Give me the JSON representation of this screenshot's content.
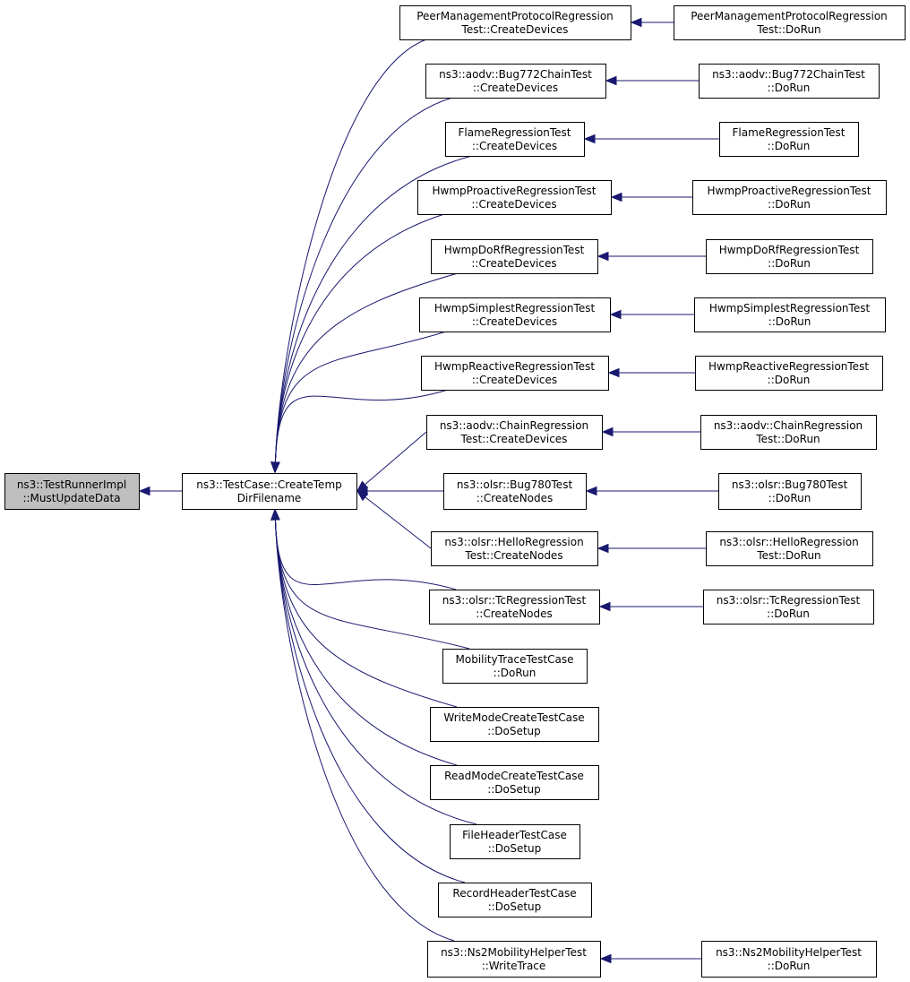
{
  "nodes": [
    {
      "id": "n0",
      "lines": [
        "ns3::TestRunnerImpl",
        "::MustUpdateData"
      ],
      "highlight": true
    },
    {
      "id": "n1",
      "lines": [
        "ns3::TestCase::CreateTemp",
        "DirFilename"
      ]
    },
    {
      "id": "c0",
      "lines": [
        "PeerManagementProtocolRegression",
        "Test::CreateDevices"
      ]
    },
    {
      "id": "c1",
      "lines": [
        "ns3::aodv::Bug772ChainTest",
        "::CreateDevices"
      ]
    },
    {
      "id": "c2",
      "lines": [
        "FlameRegressionTest",
        "::CreateDevices"
      ]
    },
    {
      "id": "c3",
      "lines": [
        "HwmpProactiveRegressionTest",
        "::CreateDevices"
      ]
    },
    {
      "id": "c4",
      "lines": [
        "HwmpDoRfRegressionTest",
        "::CreateDevices"
      ]
    },
    {
      "id": "c5",
      "lines": [
        "HwmpSimplestRegressionTest",
        "::CreateDevices"
      ]
    },
    {
      "id": "c6",
      "lines": [
        "HwmpReactiveRegressionTest",
        "::CreateDevices"
      ]
    },
    {
      "id": "c7",
      "lines": [
        "ns3::aodv::ChainRegression",
        "Test::CreateDevices"
      ]
    },
    {
      "id": "c8",
      "lines": [
        "ns3::olsr::Bug780Test",
        "::CreateNodes"
      ]
    },
    {
      "id": "c9",
      "lines": [
        "ns3::olsr::HelloRegression",
        "Test::CreateNodes"
      ]
    },
    {
      "id": "c10",
      "lines": [
        "ns3::olsr::TcRegressionTest",
        "::CreateNodes"
      ]
    },
    {
      "id": "c11",
      "lines": [
        "MobilityTraceTestCase",
        "::DoRun"
      ]
    },
    {
      "id": "c12",
      "lines": [
        "WriteModeCreateTestCase",
        "::DoSetup"
      ]
    },
    {
      "id": "c13",
      "lines": [
        "ReadModeCreateTestCase",
        "::DoSetup"
      ]
    },
    {
      "id": "c14",
      "lines": [
        "FileHeaderTestCase",
        "::DoSetup"
      ]
    },
    {
      "id": "c15",
      "lines": [
        "RecordHeaderTestCase",
        "::DoSetup"
      ]
    },
    {
      "id": "c16",
      "lines": [
        "ns3::Ns2MobilityHelperTest",
        "::WriteTrace"
      ]
    },
    {
      "id": "d0",
      "lines": [
        "PeerManagementProtocolRegression",
        "Test::DoRun"
      ]
    },
    {
      "id": "d1",
      "lines": [
        "ns3::aodv::Bug772ChainTest",
        "::DoRun"
      ]
    },
    {
      "id": "d2",
      "lines": [
        "FlameRegressionTest",
        "::DoRun"
      ]
    },
    {
      "id": "d3",
      "lines": [
        "HwmpProactiveRegressionTest",
        "::DoRun"
      ]
    },
    {
      "id": "d4",
      "lines": [
        "HwmpDoRfRegressionTest",
        "::DoRun"
      ]
    },
    {
      "id": "d5",
      "lines": [
        "HwmpSimplestRegressionTest",
        "::DoRun"
      ]
    },
    {
      "id": "d6",
      "lines": [
        "HwmpReactiveRegressionTest",
        "::DoRun"
      ]
    },
    {
      "id": "d7",
      "lines": [
        "ns3::aodv::ChainRegression",
        "Test::DoRun"
      ]
    },
    {
      "id": "d8",
      "lines": [
        "ns3::olsr::Bug780Test",
        "::DoRun"
      ]
    },
    {
      "id": "d9",
      "lines": [
        "ns3::olsr::HelloRegression",
        "Test::DoRun"
      ]
    },
    {
      "id": "d10",
      "lines": [
        "ns3::olsr::TcRegressionTest",
        "::DoRun"
      ]
    },
    {
      "id": "d16",
      "lines": [
        "ns3::Ns2MobilityHelperTest",
        "::DoRun"
      ]
    }
  ],
  "edges": [
    {
      "from": "n1",
      "to": "n0"
    },
    {
      "from": "c0",
      "to": "n1"
    },
    {
      "from": "c1",
      "to": "n1"
    },
    {
      "from": "c2",
      "to": "n1"
    },
    {
      "from": "c3",
      "to": "n1"
    },
    {
      "from": "c4",
      "to": "n1"
    },
    {
      "from": "c5",
      "to": "n1"
    },
    {
      "from": "c6",
      "to": "n1"
    },
    {
      "from": "c7",
      "to": "n1"
    },
    {
      "from": "c8",
      "to": "n1"
    },
    {
      "from": "c9",
      "to": "n1"
    },
    {
      "from": "c10",
      "to": "n1"
    },
    {
      "from": "c11",
      "to": "n1"
    },
    {
      "from": "c12",
      "to": "n1"
    },
    {
      "from": "c13",
      "to": "n1"
    },
    {
      "from": "c14",
      "to": "n1"
    },
    {
      "from": "c15",
      "to": "n1"
    },
    {
      "from": "c16",
      "to": "n1"
    },
    {
      "from": "d0",
      "to": "c0"
    },
    {
      "from": "d1",
      "to": "c1"
    },
    {
      "from": "d2",
      "to": "c2"
    },
    {
      "from": "d3",
      "to": "c3"
    },
    {
      "from": "d4",
      "to": "c4"
    },
    {
      "from": "d5",
      "to": "c5"
    },
    {
      "from": "d6",
      "to": "c6"
    },
    {
      "from": "d7",
      "to": "c7"
    },
    {
      "from": "d8",
      "to": "c8"
    },
    {
      "from": "d9",
      "to": "c9"
    },
    {
      "from": "d10",
      "to": "c10"
    },
    {
      "from": "d16",
      "to": "c16"
    }
  ],
  "colors": {
    "edge": "#191970",
    "highlight_fill": "#bfbfbf",
    "node_fill": "#ffffff",
    "border": "#000000"
  }
}
